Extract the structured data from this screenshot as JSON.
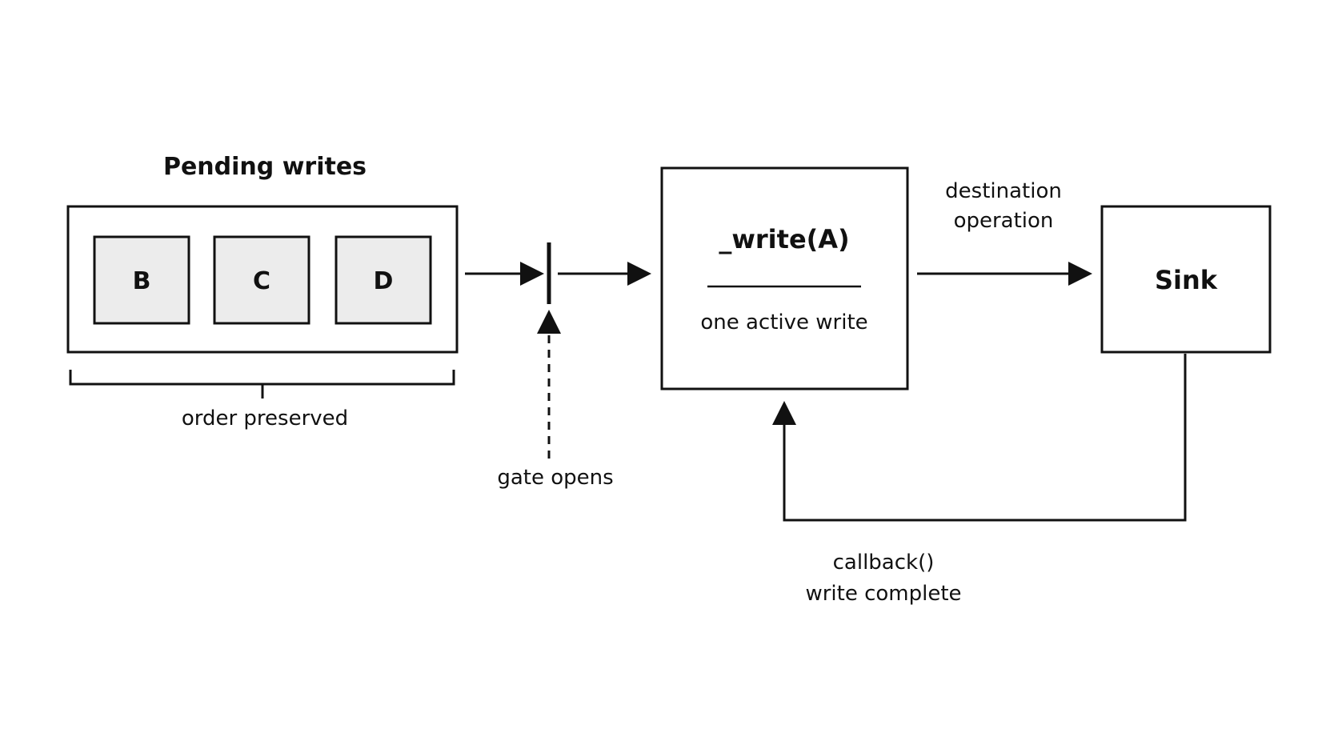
{
  "queue": {
    "title": "Pending writes",
    "items": [
      "B",
      "C",
      "D"
    ],
    "caption": "order preserved"
  },
  "gate": {
    "caption": "gate opens"
  },
  "writer": {
    "title": "_write(A)",
    "subtitle": "one active write"
  },
  "operation": {
    "line1": "destination",
    "line2": "operation"
  },
  "sink": {
    "title": "Sink"
  },
  "callback": {
    "line1": "callback()",
    "line2": "write complete"
  },
  "colors": {
    "stroke": "#111111",
    "item_fill": "#ececec",
    "background": "#ffffff"
  }
}
